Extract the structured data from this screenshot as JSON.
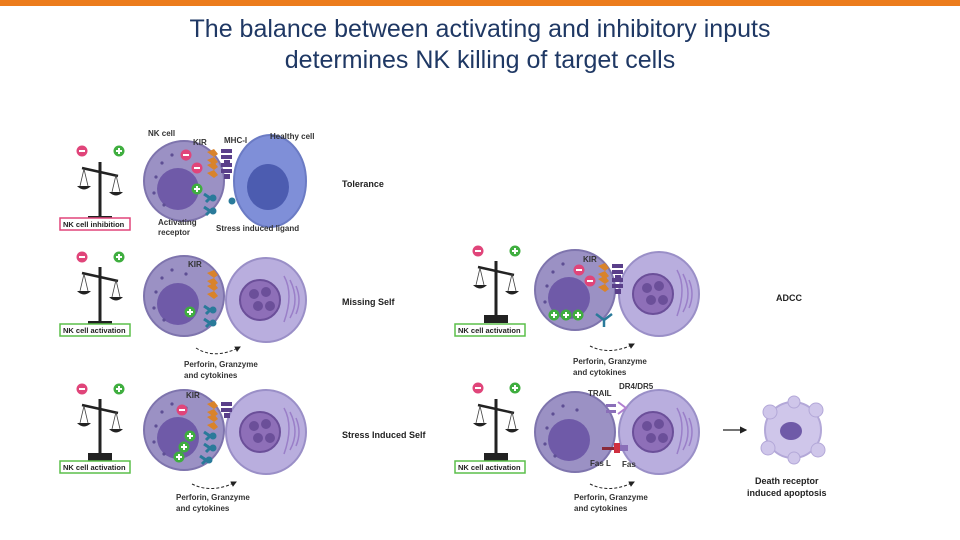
{
  "title": {
    "line1": "The balance between activating and inhibitory inputs",
    "line2": "determines NK killing of target cells"
  },
  "colors": {
    "accent_bar": "#ec7c1d",
    "title": "#1f3864",
    "nk_cell": "#9b91c4",
    "nucleus": "#6f5aa8",
    "healthy_cell": "#7f8fd8",
    "target_cell": "#b9aede",
    "inhibition_box": "#e0457a",
    "activation_box": "#5bbf4a",
    "minus_sign": "#e0457a",
    "plus_sign": "#3fae3f"
  },
  "panel1": {
    "nk_cell": "NK cell",
    "kir": "KIR",
    "mhc": "MHC-I",
    "healthy": "Healthy cell",
    "outcome": "Tolerance",
    "activating_1": "Activating",
    "activating_2": "receptor",
    "ligand": "Stress induced ligand",
    "box": "NK cell inhibition"
  },
  "panel2": {
    "kir": "KIR",
    "outcome": "Missing Self",
    "box": "NK cell activation",
    "perforin_1": "Perforin, Granzyme",
    "perforin_2": "and cytokines"
  },
  "panel3": {
    "kir": "KIR",
    "outcome": "Stress Induced  Self",
    "box": "NK cell activation",
    "perforin_1": "Perforin, Granzyme",
    "perforin_2": "and cytokines"
  },
  "panel4": {
    "kir": "KIR",
    "outcome": "ADCC",
    "box": "NK cell activation",
    "perforin_1": "Perforin, Granzyme",
    "perforin_2": "and cytokines"
  },
  "panel5": {
    "trail": "TRAIL",
    "dr": "DR4/DR5",
    "fasl": "Fas L",
    "fas": "Fas",
    "box": "NK cell activation",
    "perforin_1": "Perforin, Granzyme",
    "perforin_2": "and cytokines",
    "outcome_1": "Death receptor",
    "outcome_2": "induced apoptosis"
  }
}
